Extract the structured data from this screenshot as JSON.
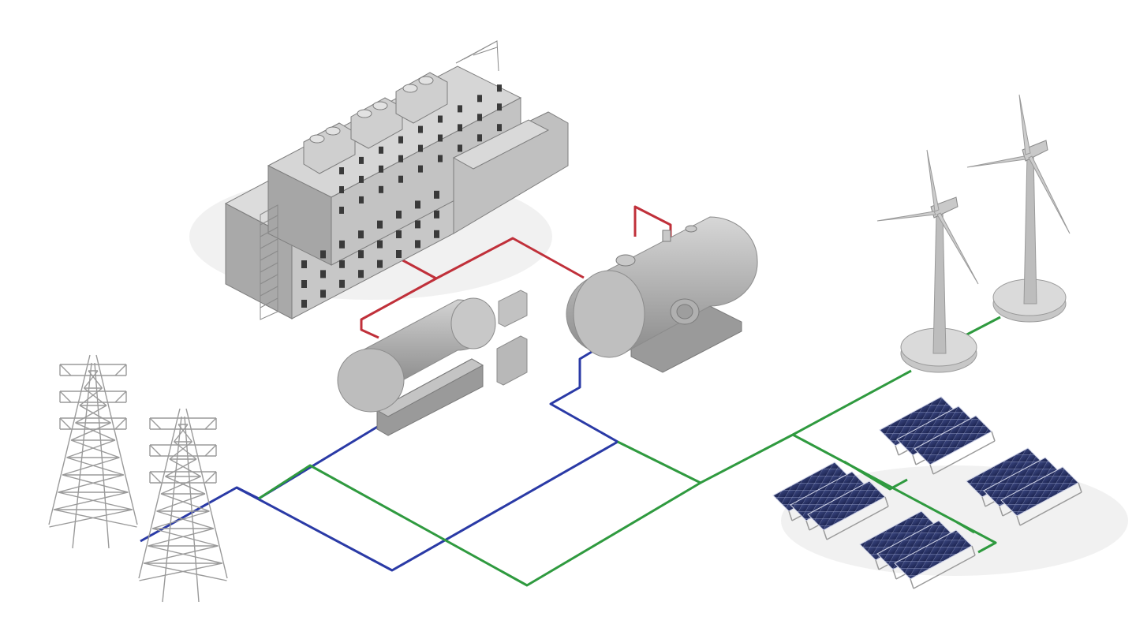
{
  "diagram": {
    "type": "isometric-energy-system",
    "components": [
      {
        "name": "power-plant-building",
        "icon": "factory"
      },
      {
        "name": "storage-tank-small",
        "icon": "tank"
      },
      {
        "name": "storage-tank-large",
        "icon": "tank"
      },
      {
        "name": "transmission-tower",
        "icon": "pylon",
        "count": 2
      },
      {
        "name": "wind-turbine",
        "icon": "wind-turbine",
        "count": 2
      },
      {
        "name": "solar-panel-array",
        "icon": "solar-panel",
        "count": 4
      }
    ],
    "links": [
      {
        "name": "red-line",
        "color": "#c0303a",
        "from": "power-plant-building",
        "to": [
          "storage-tank-small",
          "storage-tank-large"
        ]
      },
      {
        "name": "blue-line",
        "color": "#2a3aa6",
        "from": "transmission-tower",
        "to": [
          "storage-tank-small",
          "storage-tank-large"
        ]
      },
      {
        "name": "green-line",
        "color": "#2f9a3f",
        "from": "transmission-tower",
        "to": [
          "wind-turbine",
          "solar-panel-array"
        ]
      }
    ]
  },
  "colors": {
    "background": "#ffffff",
    "model_gray": "#b9b9b9",
    "model_dark": "#8d8d8d",
    "red_line": "#c0303a",
    "blue_line": "#2a3aa6",
    "green_line": "#2f9a3f",
    "solar_panel": "#26305e"
  }
}
